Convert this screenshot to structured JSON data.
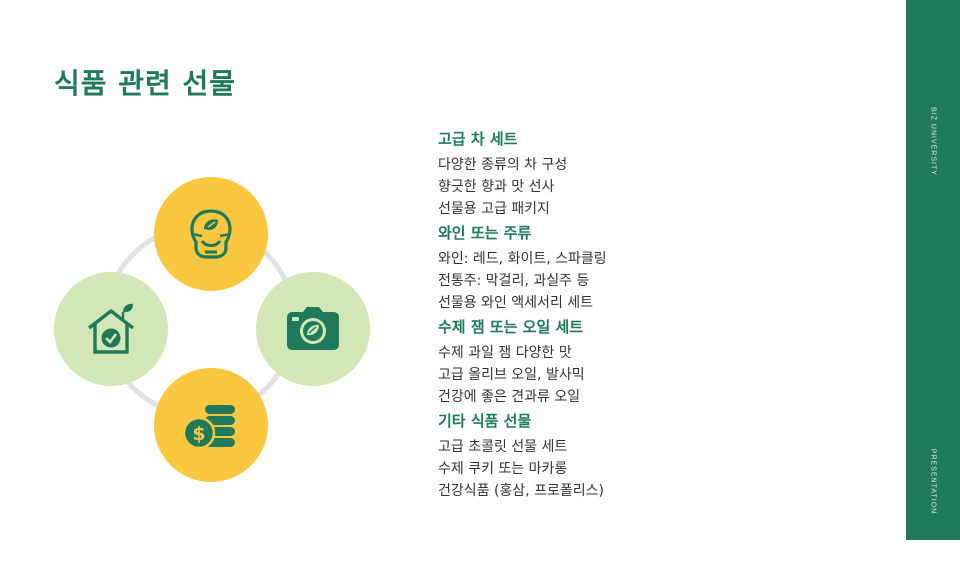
{
  "slide": {
    "title": "식품 관련 선물",
    "side_top": "BIZ UNIVERSITY",
    "side_bottom": "PRESENTATION"
  },
  "colors": {
    "primary_green": "#1e7a5a",
    "yellow": "#fbc73e",
    "light_green": "#d2e7b5",
    "ring_gray": "#e1e1e1",
    "text": "#333333"
  },
  "icons": {
    "top": "head-leaf-icon",
    "left": "house-check-icon",
    "right": "camera-leaf-icon",
    "bottom": "coins-dollar-icon"
  },
  "sections": [
    {
      "heading": "고급 차 세트",
      "items": [
        "다양한 종류의 차 구성",
        "향긋한 향과 맛 선사",
        "선물용 고급 패키지"
      ]
    },
    {
      "heading": "와인 또는 주류",
      "items": [
        "와인: 레드, 화이트, 스파클링",
        "전통주: 막걸리, 과실주 등",
        "선물용 와인 액세서리 세트"
      ]
    },
    {
      "heading": "수제 잼 또는 오일 세트",
      "items": [
        "수제 과일 잼 다양한 맛",
        "고급 올리브 오일, 발사믹",
        "건강에 좋은 견과류 오일"
      ]
    },
    {
      "heading": "기타 식품 선물",
      "items": [
        "고급 초콜릿 선물 세트",
        "수제 쿠키 또는 마카롱",
        "건강식품 (홍삼, 프로폴리스)"
      ]
    }
  ]
}
